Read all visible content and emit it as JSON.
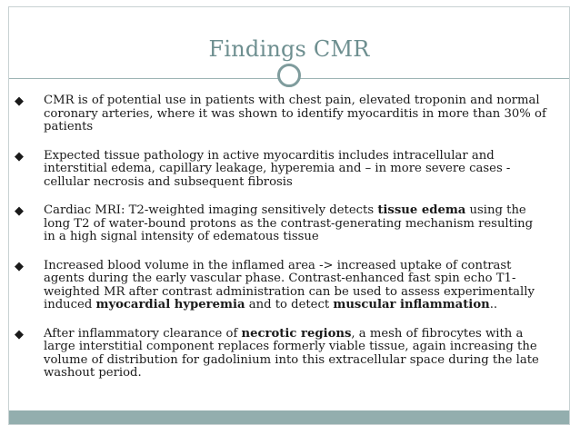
{
  "slide": {
    "title": "Findings CMR",
    "bullets": [
      {
        "parts": [
          {
            "text": "CMR is of potential use in patients with chest pain, elevated troponin and normal coronary arteries, where it was shown to identify myocarditis in more than 30% of patients",
            "bold": false
          }
        ]
      },
      {
        "parts": [
          {
            "text": "Expected tissue pathology in active myocarditis includes intracellular and interstitial edema, capillary leakage, hyperemia and – in more severe cases - cellular necrosis and subsequent fibrosis",
            "bold": false
          }
        ]
      },
      {
        "parts": [
          {
            "text": "Cardiac MRI: T2-weighted imaging sensitively detects ",
            "bold": false
          },
          {
            "text": "tissue edema",
            "bold": true
          },
          {
            "text": " using the long T2 of water-bound protons as the contrast-generating mechanism resulting in a high signal intensity of edematous tissue",
            "bold": false
          }
        ]
      },
      {
        "parts": [
          {
            "text": "Increased blood volume in the inflamed area ->  increased uptake of contrast agents during the early vascular phase.  Contrast-enhanced fast spin echo T1-weighted MR after contrast administration  can be used to assess experimentally induced ",
            "bold": false
          },
          {
            "text": "myocardial hyperemia",
            "bold": true
          },
          {
            "text": " and to detect ",
            "bold": false
          },
          {
            "text": "muscular inflammation",
            "bold": true
          },
          {
            "text": "..",
            "bold": false
          }
        ]
      },
      {
        "parts": [
          {
            "text": "After inflammatory clearance of ",
            "bold": false
          },
          {
            "text": "necrotic regions",
            "bold": true
          },
          {
            "text": ", a mesh of fibrocytes with a large interstitial component replaces formerly viable tissue, again increasing the volume of distribution for gadolinium into this extracellular space during the late washout period.",
            "bold": false
          }
        ]
      }
    ],
    "bullet_icon": "diamond-bullet-icon",
    "colors": {
      "title": "#6e8f90",
      "accent": "#93aeae",
      "text": "#1a1a1a"
    }
  }
}
